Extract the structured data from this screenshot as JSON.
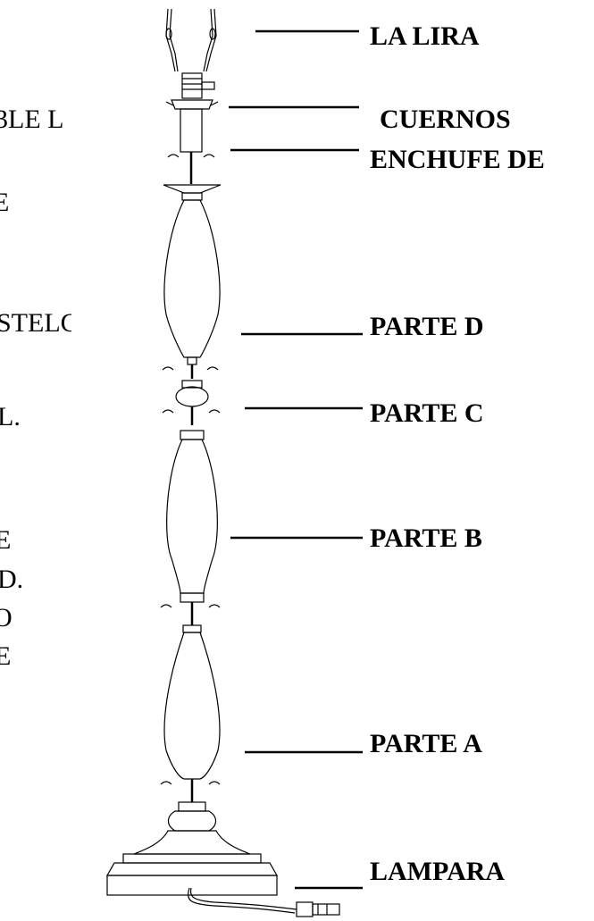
{
  "labels": {
    "lira": "LA LIRA",
    "cuernos": "CUERNOS",
    "enchufe": "ENCHUFE DE",
    "parte_d": "PARTE D",
    "parte_c": "PARTE C",
    "parte_b": "PARTE B",
    "parte_a": "PARTE A",
    "lampara": "LAMPARA"
  },
  "left_text_fragments": [
    "3LE L",
    "E",
    "STELC",
    "L.",
    "E",
    "D.",
    "O",
    "E"
  ]
}
